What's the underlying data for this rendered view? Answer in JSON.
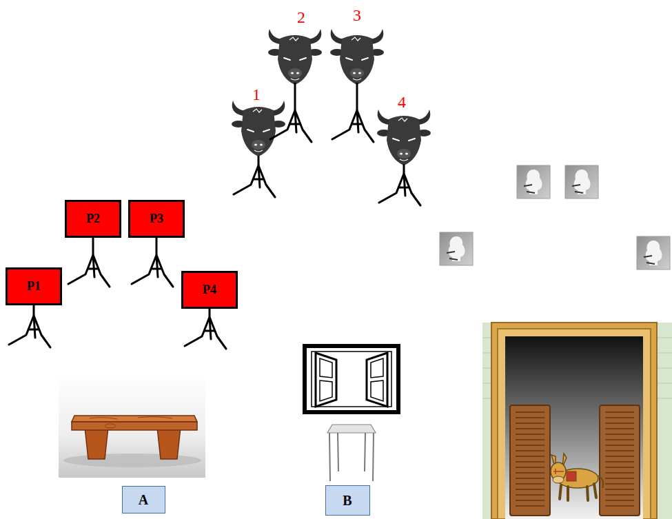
{
  "diagram": {
    "nodes": [
      {
        "text": [
          "P1"
        ]
      },
      {
        "text": [
          "P2"
        ]
      },
      {
        "text": [
          "P3"
        ]
      },
      {
        "text": [
          "P4"
        ]
      },
      {
        "text": [
          "A"
        ]
      },
      {
        "text": [
          "B"
        ]
      }
    ],
    "labels": [
      "1",
      "2",
      "3",
      "4"
    ]
  }
}
